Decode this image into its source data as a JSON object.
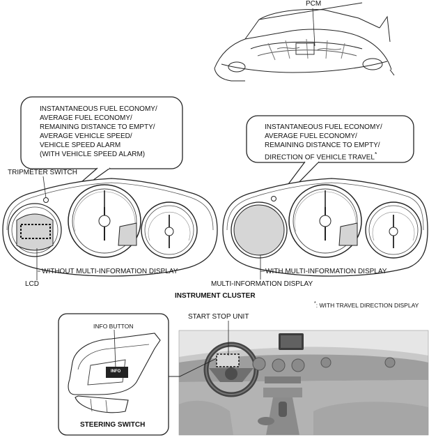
{
  "labels": {
    "pcm": "PCM",
    "tripmeter_switch": "TRIPMETER SWITCH",
    "without_mid": "WITHOUT MULTI-INFORMATION DISPLAY",
    "with_mid": "WITH MULTI-INFORMATION DISPLAY",
    "lcd": "LCD",
    "multi_info_display": "MULTI-INFORMATION DISPLAY",
    "instrument_cluster": "INSTRUMENT CLUSTER",
    "footnote_mark": "*",
    "footnote": ": WITH TRAVEL DIRECTION DISPLAY",
    "start_stop_unit": "START STOP UNIT",
    "info_button": "INFO BUTTON",
    "info_key": "INFO",
    "steering_switch": "STEERING SWITCH"
  },
  "callout_left": [
    "INSTANTANEOUS FUEL ECONOMY/",
    "AVERAGE FUEL ECONOMY/",
    "REMAINING DISTANCE TO EMPTY/",
    "AVERAGE VEHICLE SPEED/",
    "VEHICLE SPEED ALARM",
    "(WITH VEHICLE SPEED ALARM)"
  ],
  "callout_right": [
    "INSTANTANEOUS FUEL ECONOMY/",
    "AVERAGE FUEL ECONOMY/",
    "REMAINING DISTANCE TO EMPTY/",
    "DIRECTION OF VEHICLE TRAVEL"
  ],
  "callout_right_mark": "*"
}
